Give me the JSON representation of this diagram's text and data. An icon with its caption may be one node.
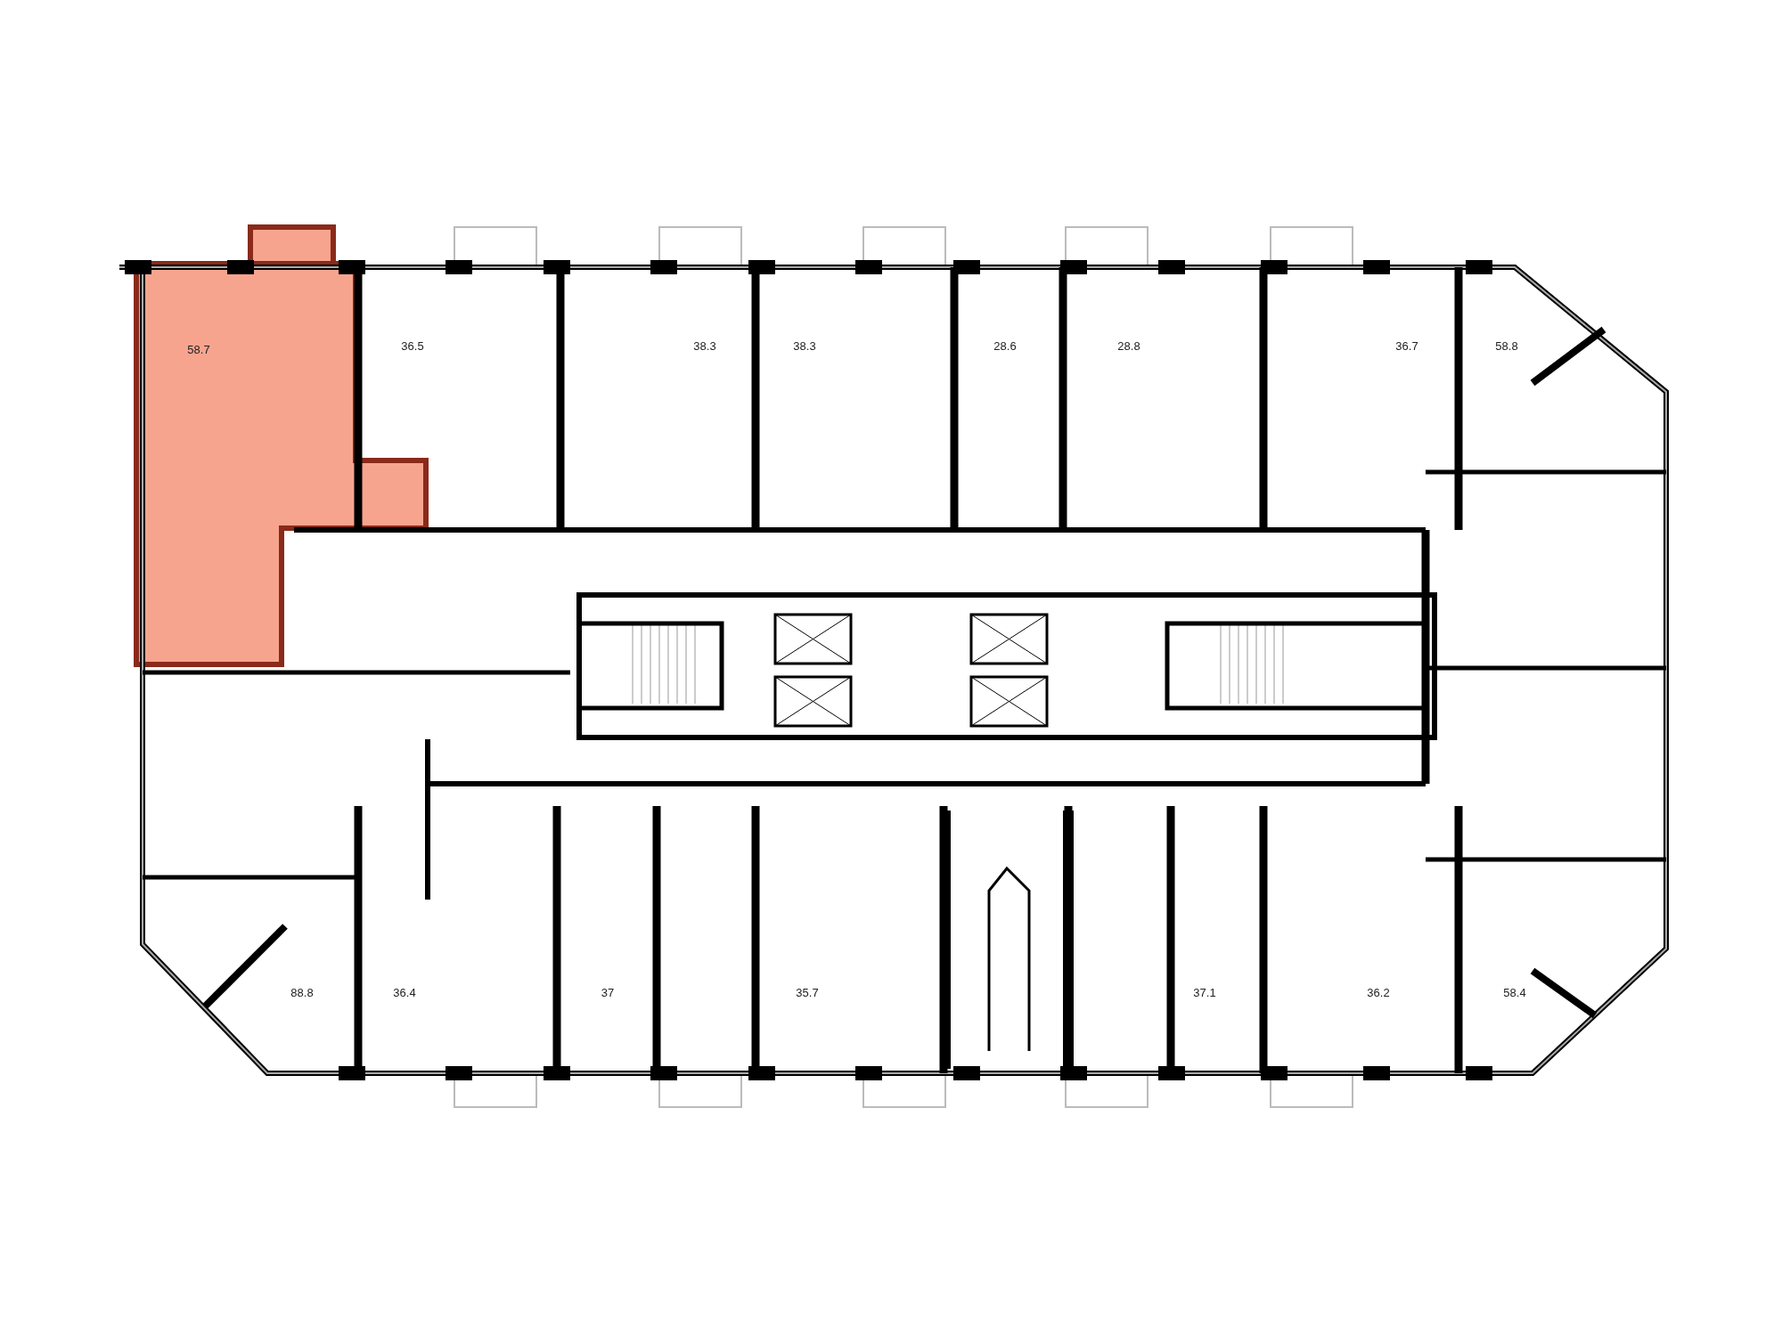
{
  "diagram": {
    "labels": [
      "58.7",
      "36.5",
      "38.3",
      "38.3",
      "28.6",
      "28.8",
      "36.7",
      "58.8",
      "88.8",
      "36.4",
      "37",
      "35.7",
      "37.1",
      "36.2",
      "58.4"
    ]
  }
}
